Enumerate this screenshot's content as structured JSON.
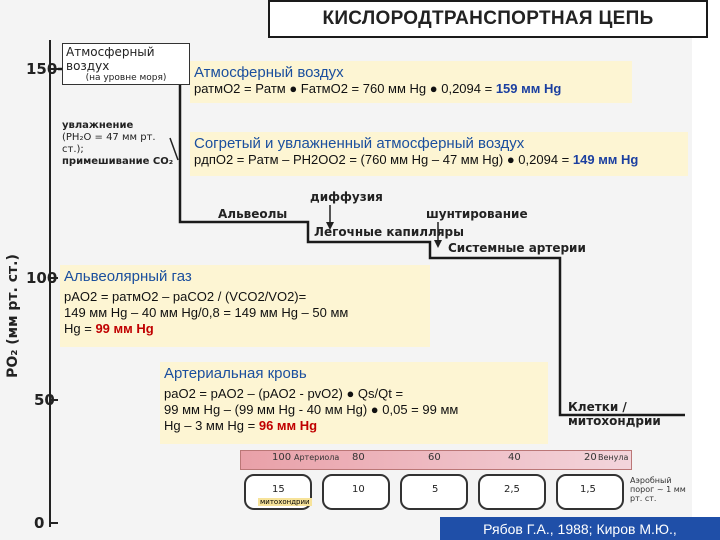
{
  "title": "КИСЛОРОДТРАНСПОРТНАЯ ЦЕПЬ",
  "y_axis": {
    "label": "PO₂ (мм рт. ст.)",
    "ticks": [
      "150",
      "100",
      "50",
      "0"
    ]
  },
  "stage_labels": {
    "atmo": "Атмосферный воздух",
    "atmo_sub": "(на уровне моря)",
    "humid_1": "увлажнение",
    "humid_2": "(PH₂O = 47 мм рт. ст.);",
    "humid_3": "примешивание CO₂",
    "diffusion": "диффузия",
    "alveoli": "Альвеолы",
    "capillaries": "Легочные капилляры",
    "shunt": "шунтирование",
    "arteries": "Системные артерии",
    "cells": "Клетки / митохондрии"
  },
  "boxes": {
    "atmo": {
      "title": "Атмосферный воздух",
      "formula": "pатмO2 = Pатм ● FатмO2 = 760 мм Hg ● 0,2094 = ",
      "result": "159 мм Hg"
    },
    "humid": {
      "title": "Согретый и увлажненный атмосферный воздух",
      "formula": "pдпO2 = Pатм – PH2OO2 = (760 мм Hg – 47 мм Hg) ● 0,2094 = ",
      "result": "149 мм Hg"
    },
    "alveolar": {
      "title": "Альвеолярный газ",
      "line1": "pAO2 = pатмO2 – paCO2 / (VCO2/VO2)=",
      "line2": "149 мм Hg – 40 мм Hg/0,8 = 149 мм Hg – 50 мм",
      "line3_prefix": "Hg = ",
      "result": "99 мм Hg"
    },
    "arterial": {
      "title": "Артериальная кровь",
      "line1": "paO2 = pAO2 – (pAO2 - pvO2) ● Qs/Qt =",
      "line2": "99 мм Hg – (99 мм Hg - 40 мм Hg) ● 0,05 = 99 мм",
      "line3_prefix": "Hg – 3 мм Hg = ",
      "result": "96 мм Hg"
    }
  },
  "strip": {
    "top_values": [
      "100",
      "80",
      "60",
      "40",
      "20"
    ],
    "top_left_label": "Артериола",
    "top_right_label": "Венула",
    "bottom_values": [
      "15",
      "10",
      "5",
      "2,5",
      "1,5"
    ],
    "cell_label": "митохондрии",
    "note": "Аэробный порог ~ 1 мм рт. ст."
  },
  "citation": "Рябов Г.А., 1988; Киров М.Ю.,"
}
